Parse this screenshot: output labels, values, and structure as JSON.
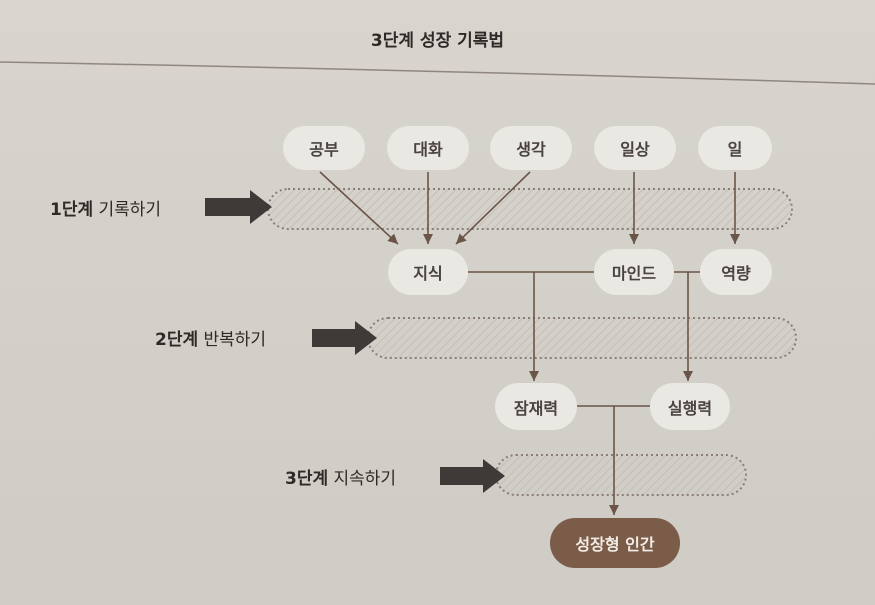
{
  "title": "3단계 성장 기록법",
  "stages": [
    {
      "num": "1단계",
      "action": "기록하기"
    },
    {
      "num": "2단계",
      "action": "반복하기"
    },
    {
      "num": "3단계",
      "action": "지속하기"
    }
  ],
  "sources": [
    "공부",
    "대화",
    "생각",
    "일상",
    "일"
  ],
  "level2": [
    "지식",
    "마인드",
    "역량"
  ],
  "level3": [
    "잠재력",
    "실행력"
  ],
  "result": "성장형 인간",
  "colors": {
    "line": "#6b5548",
    "node": "#e9e8e3",
    "final": "#7a5c48",
    "arrow": "#3d3a38"
  }
}
